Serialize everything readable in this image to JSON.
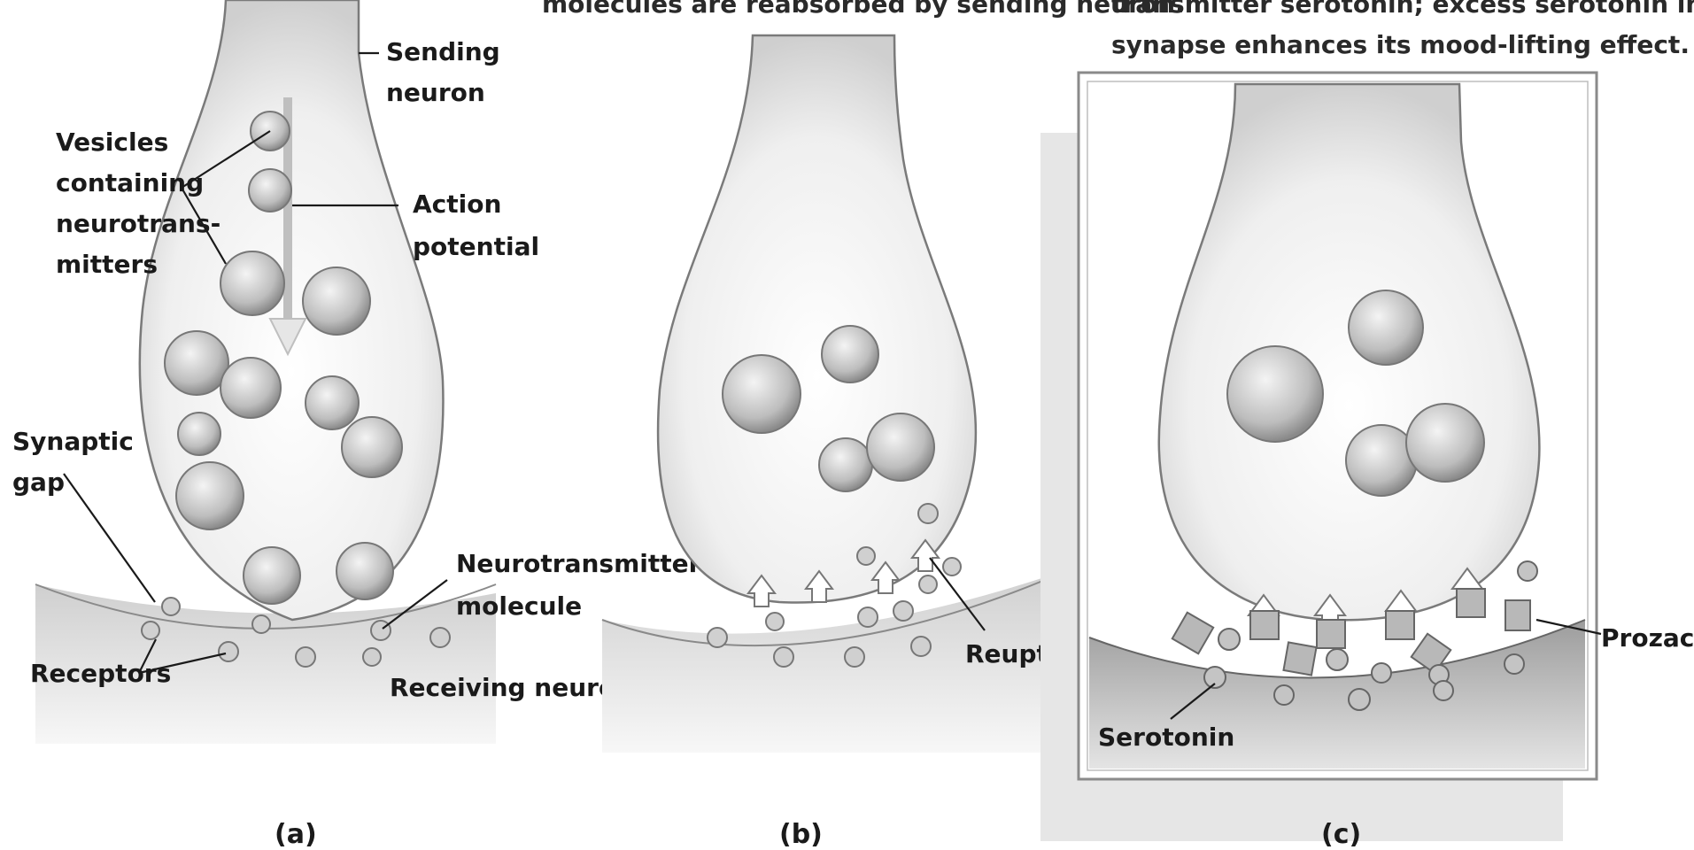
{
  "panel_b": {
    "caption": "molecules are reabsorbed by sending neuron.",
    "label": "(b)",
    "reuptake": "Reuptake"
  },
  "panel_c": {
    "caption_line1": "transmitter serotonin; excess serotonin in",
    "caption_line2": "synapse enhances its mood-lifting effect.",
    "label": "(c)",
    "prozac": "Prozac",
    "serotonin": "Serotonin"
  },
  "panel_a": {
    "label": "(a)",
    "sending_neuron": [
      "Sending",
      "neuron"
    ],
    "vesicles": [
      "Vesicles",
      "containing",
      "neurotrans-",
      "mitters"
    ],
    "action_potential": [
      "Action",
      "potential"
    ],
    "synaptic_gap": [
      "Synaptic",
      "gap"
    ],
    "neurotransmitter_molecule": [
      "Neurotransmitter",
      "molecule"
    ],
    "receptors": "Receptors",
    "receiving_neuron": "Receiving neuron"
  }
}
